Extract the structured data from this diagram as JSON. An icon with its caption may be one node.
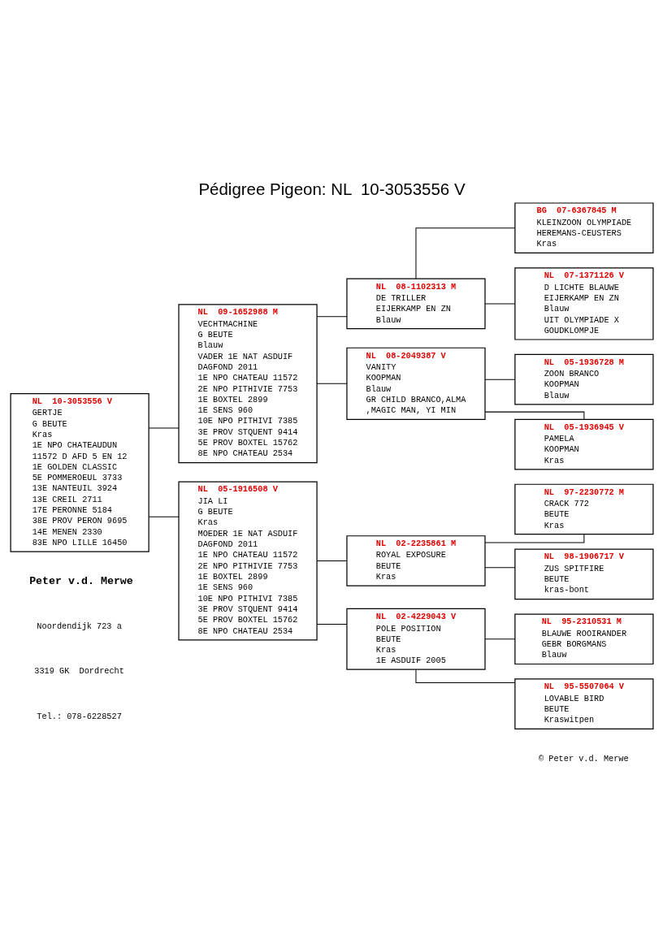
{
  "diagram": {
    "title": "Pédigree Pigeon: NL  10-3053556 V",
    "nodes": [
      {
        "text": [
          "NL  10-3053556 V",
          "GERTJE",
          "G BEUTE",
          "Kras",
          "1E NPO CHATEAUDUN",
          "11572 D AFD 5 EN 12",
          "1E GOLDEN CLASSIC",
          "5E POMMEROEUL 3733",
          "13E NANTEUIL 3924",
          "13E CREIL 2711",
          "17E PERONNE 5184",
          "38E PROV PERON 9695",
          "14E MENEN 2330",
          "83E NPO LILLE 16450"
        ]
      },
      {
        "text": [
          "NL  09-1652988 M",
          "VECHTMACHINE",
          "G BEUTE",
          "Blauw",
          "VADER 1E NAT ASDUIF",
          "DAGFOND 2011",
          "1E NPO CHATEAU 11572",
          "2E NPO PITHIVIE 7753",
          "1E BOXTEL 2899",
          "1E SENS 960",
          "10E NPO PITHIVI 7385",
          "3E PROV STQUENT 9414",
          "5E PROV BOXTEL 15762",
          "8E NPO CHATEAU 2534"
        ]
      },
      {
        "text": [
          "NL  05-1916508 V",
          "JIA LI",
          "G BEUTE",
          "Kras",
          "MOEDER 1E NAT ASDUIF",
          "DAGFOND 2011",
          "1E NPO CHATEAU 11572",
          "2E NPO PITHIVIE 7753",
          "1E BOXTEL 2899",
          "1E SENS 960",
          "10E NPO PITHIVI 7385",
          "3E PROV STQUENT 9414",
          "5E PROV BOXTEL 15762",
          "8E NPO CHATEAU 2534"
        ]
      },
      {
        "text": [
          "NL  08-1102313 M",
          "DE TRILLER",
          "EIJERKAMP EN ZN",
          "Blauw"
        ]
      },
      {
        "text": [
          "NL  08-2049387 V",
          "VANITY",
          "KOOPMAN",
          "Blauw",
          "GR CHILD BRANCO,ALMA",
          ",MAGIC MAN, YI MIN"
        ]
      },
      {
        "text": [
          "NL  02-2235861 M",
          "ROYAL EXPOSURE",
          "BEUTE",
          "Kras"
        ]
      },
      {
        "text": [
          "NL  02-4229043 V",
          "POLE POSITION",
          "BEUTE",
          "Kras",
          "1E ASDUIF 2005"
        ]
      },
      {
        "text": [
          "BG  07-6367845 M",
          "KLEINZOON OLYMPIADE",
          "HEREMANS-CEUSTERS",
          "Kras"
        ]
      },
      {
        "text": [
          "NL  07-1371126 V",
          "D LICHTE BLAUWE",
          "EIJERKAMP EN ZN",
          "Blauw",
          "UIT OLYMPIADE X",
          "GOUDKLOMPJE"
        ]
      },
      {
        "text": [
          "NL  05-1936728 M",
          "ZOON BRANCO",
          "KOOPMAN",
          "Blauw"
        ]
      },
      {
        "text": [
          "NL  05-1936945 V",
          "PAMELA",
          "KOOPMAN",
          "Kras"
        ]
      },
      {
        "text": [
          "NL  97-2230772 M",
          "CRACK 772",
          "BEUTE",
          "Kras"
        ]
      },
      {
        "text": [
          "NL  98-1906717 V",
          "ZUS SPITFIRE",
          "BEUTE",
          "kras-bont"
        ]
      },
      {
        "text": [
          "NL  95-2310531 M",
          "BLAUWE ROOIRANDER",
          "GEBR BORGMANS",
          "Blauw"
        ]
      },
      {
        "text": [
          "NL  95-5507064 V",
          "LOVABLE BIRD",
          "BEUTE",
          "Kraswitpen"
        ]
      }
    ],
    "edges": [
      {
        "from": 0,
        "to": 1,
        "arrow": "none"
      },
      {
        "from": 0,
        "to": 2,
        "arrow": "none"
      },
      {
        "from": 1,
        "to": 3,
        "arrow": "none"
      },
      {
        "from": 1,
        "to": 4,
        "arrow": "none"
      },
      {
        "from": 2,
        "to": 5,
        "arrow": "none"
      },
      {
        "from": 2,
        "to": 6,
        "arrow": "none"
      },
      {
        "from": 3,
        "to": 7,
        "arrow": "none"
      },
      {
        "from": 3,
        "to": 8,
        "arrow": "none"
      },
      {
        "from": 4,
        "to": 9,
        "arrow": "none"
      },
      {
        "from": 4,
        "to": 10,
        "arrow": "none"
      },
      {
        "from": 5,
        "to": 11,
        "arrow": "none"
      },
      {
        "from": 5,
        "to": 12,
        "arrow": "none"
      },
      {
        "from": 6,
        "to": 13,
        "arrow": "none"
      },
      {
        "from": 6,
        "to": 14,
        "arrow": "none"
      }
    ],
    "labels": [
      "Peter v.d. Merwe",
      "Noordendijk 723 a",
      "3319 GK  Dordrecht",
      "Tel.: 078-6228527",
      "© Peter v.d. Merwe"
    ]
  }
}
